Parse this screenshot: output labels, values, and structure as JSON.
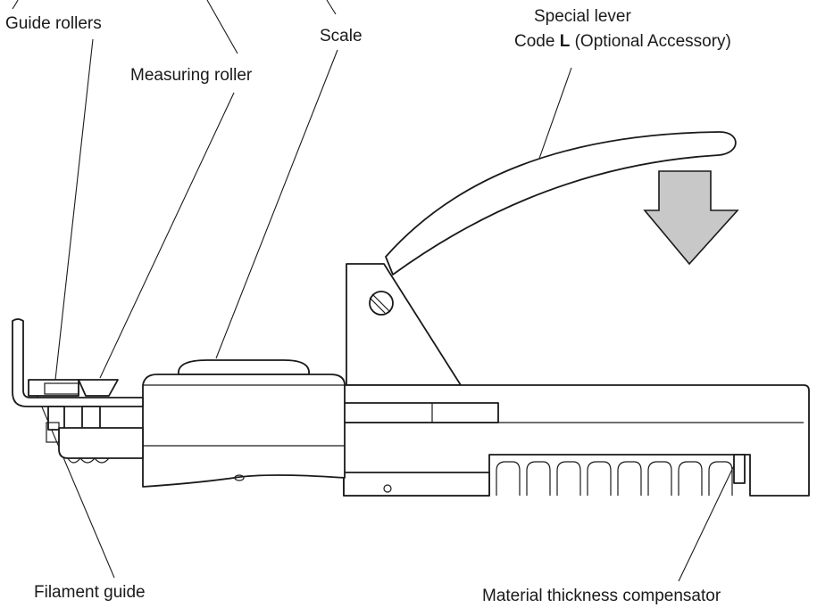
{
  "labels": {
    "guide_rollers": "Guide rollers",
    "measuring_roller": "Measuring roller",
    "scale": "Scale",
    "special_lever_line1": "Special lever",
    "special_lever_code_prefix": "Code ",
    "special_lever_code_letter": "L",
    "special_lever_code_suffix": " (Optional Accessory)",
    "filament_guide": "Filament guide",
    "material_thickness_compensator": "Material thickness compensator"
  },
  "colors": {
    "line": "#1a1a1a",
    "arrow_fill": "#c8c8c8",
    "background": "#ffffff"
  },
  "icons": {
    "press_arrow": "down-arrow-icon"
  }
}
